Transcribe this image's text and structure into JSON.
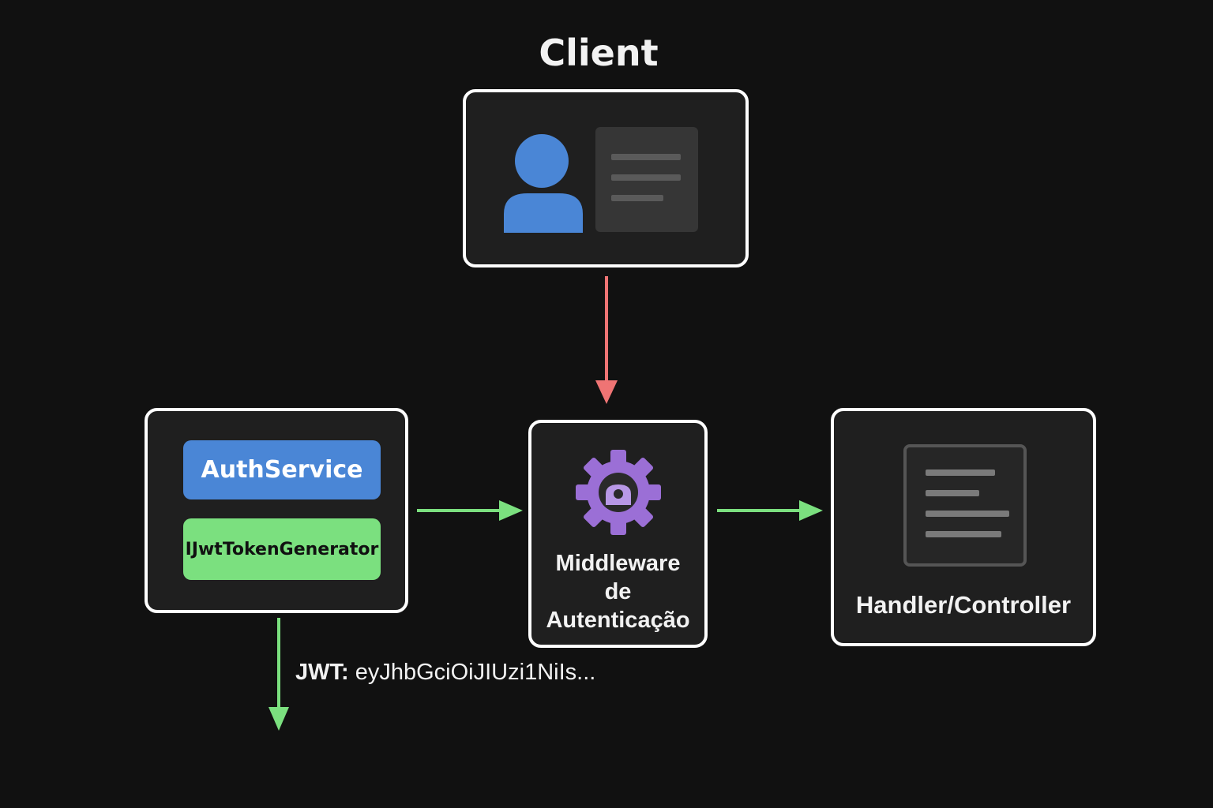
{
  "diagram": {
    "title": "Client",
    "nodes": {
      "auth_service": "AuthService",
      "jwt_generator": "IJwtTokenGenerator",
      "middleware": [
        "Middleware",
        "de",
        "Autenticação"
      ],
      "handler": "Handler/Controller"
    },
    "token": {
      "key": "JWT:",
      "value": "eyJhbGciOiJIUzi1NiIs..."
    },
    "icons": [
      "user-icon",
      "document-icon",
      "gear-lock-icon",
      "controller-document-icon"
    ],
    "colors": {
      "background": "#111111",
      "request_arrow": "#ef7474",
      "flow_arrow": "#7be07f",
      "auth_service": "#4a86d6",
      "jwt_generator": "#7be07f",
      "gear": "#9b6fd6",
      "user": "#4a86d6"
    }
  }
}
